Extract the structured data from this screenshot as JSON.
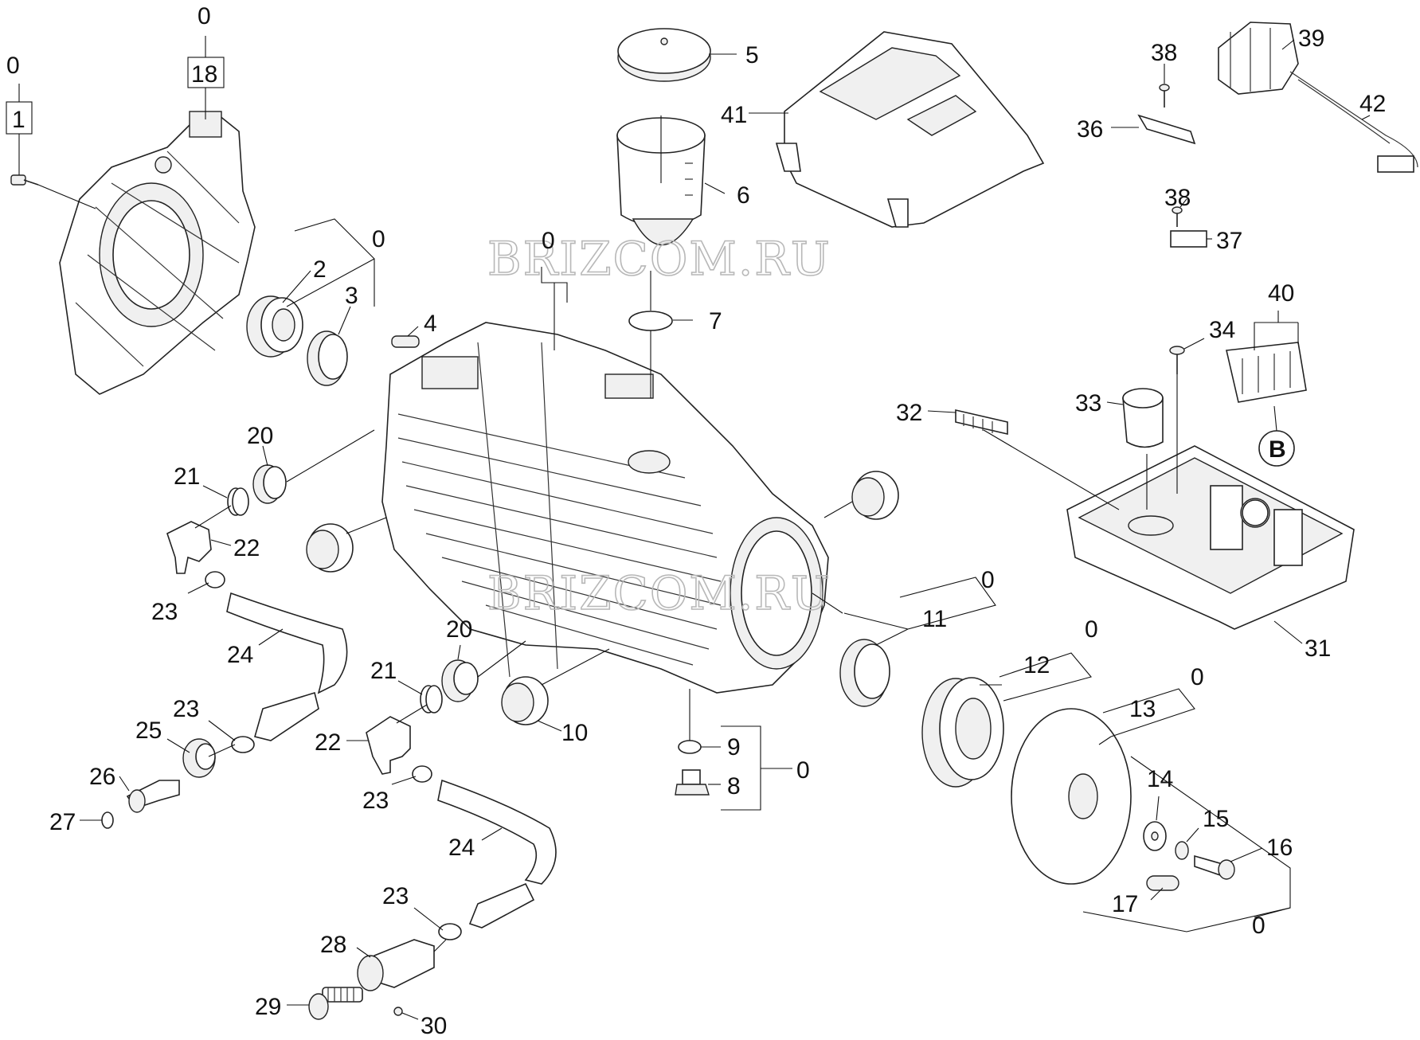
{
  "watermark": "BRIZCOM.RU",
  "labels": {
    "p0": "0",
    "p1": "1",
    "p2": "2",
    "p3": "3",
    "p4": "4",
    "p5": "5",
    "p6": "6",
    "p7": "7",
    "p8": "8",
    "p9": "9",
    "p10": "10",
    "p11": "11",
    "p12": "12",
    "p13": "13",
    "p14": "14",
    "p15": "15",
    "p16": "16",
    "p17": "17",
    "p18": "18",
    "p20": "20",
    "p21": "21",
    "p22": "22",
    "p23": "23",
    "p24": "24",
    "p25": "25",
    "p26": "26",
    "p27": "27",
    "p28": "28",
    "p29": "29",
    "p30": "30",
    "p31": "31",
    "p32": "32",
    "p33": "33",
    "p34": "34",
    "p36": "36",
    "p37": "37",
    "p38": "38",
    "p39": "39",
    "p40": "40",
    "p41": "41",
    "p42": "42",
    "B": "B"
  }
}
